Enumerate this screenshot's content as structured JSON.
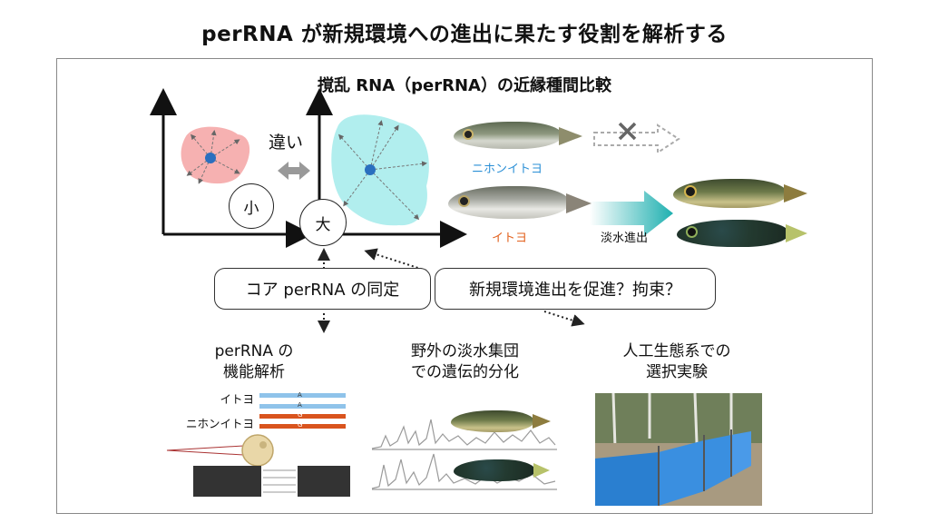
{
  "title": "perRNA が新規環境への進出に果たす役割を解析する",
  "subtitle": "撹乱 RNA（perRNA）の近縁種間比較",
  "diff_label": "違い",
  "small_label": "小",
  "large_label": "大",
  "species": {
    "nihon": "ニホンイトヨ",
    "ito": "イトヨ",
    "freshwater": "淡水進出"
  },
  "boxes": {
    "core": "コア perRNA の同定",
    "promote": "新規環境進出を促進？拘束？"
  },
  "bottom": {
    "func_line1": "perRNA の",
    "func_line2": "機能解析",
    "wild_line1": "野外の淡水集団",
    "wild_line2": "での遺伝的分化",
    "exp_line1": "人工生態系での",
    "exp_line2": "選択実験"
  },
  "seq": {
    "label1": "イトヨ",
    "label2": "ニホンイトヨ",
    "bases": [
      "A",
      "A",
      "G",
      "G"
    ]
  },
  "colors": {
    "red_blob": "#f5a8a8",
    "cyan_blob": "#a8ecec",
    "dot": "#2a6fbf",
    "blue_text": "#2a8fd6",
    "orange_text": "#e2601c",
    "arrow_teal": "#2bb5b5",
    "seq_blue": "#8fc3ea",
    "seq_orange": "#d9541e"
  }
}
